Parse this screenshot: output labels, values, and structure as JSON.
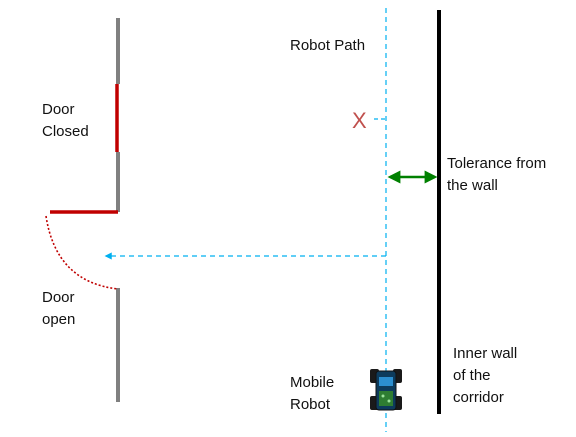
{
  "labels": {
    "door_closed_line1": "Door",
    "door_closed_line2": "Closed",
    "door_open_line1": "Door",
    "door_open_line2": "open",
    "robot_path": "Robot Path",
    "tolerance_line1": "Tolerance from",
    "tolerance_line2": "the wall",
    "inner_wall_line1": "Inner wall",
    "inner_wall_line2": "of the",
    "inner_wall_line3": "corridor",
    "mobile_robot_line1": "Mobile",
    "mobile_robot_line2": "Robot",
    "target_marker": "X"
  },
  "colors": {
    "wall_gray": "#808080",
    "door_red": "#c00000",
    "path_blue": "#00b0f0",
    "tolerance_green": "#008000",
    "inner_wall_black": "#000000",
    "marker_red": "#c0504d"
  }
}
